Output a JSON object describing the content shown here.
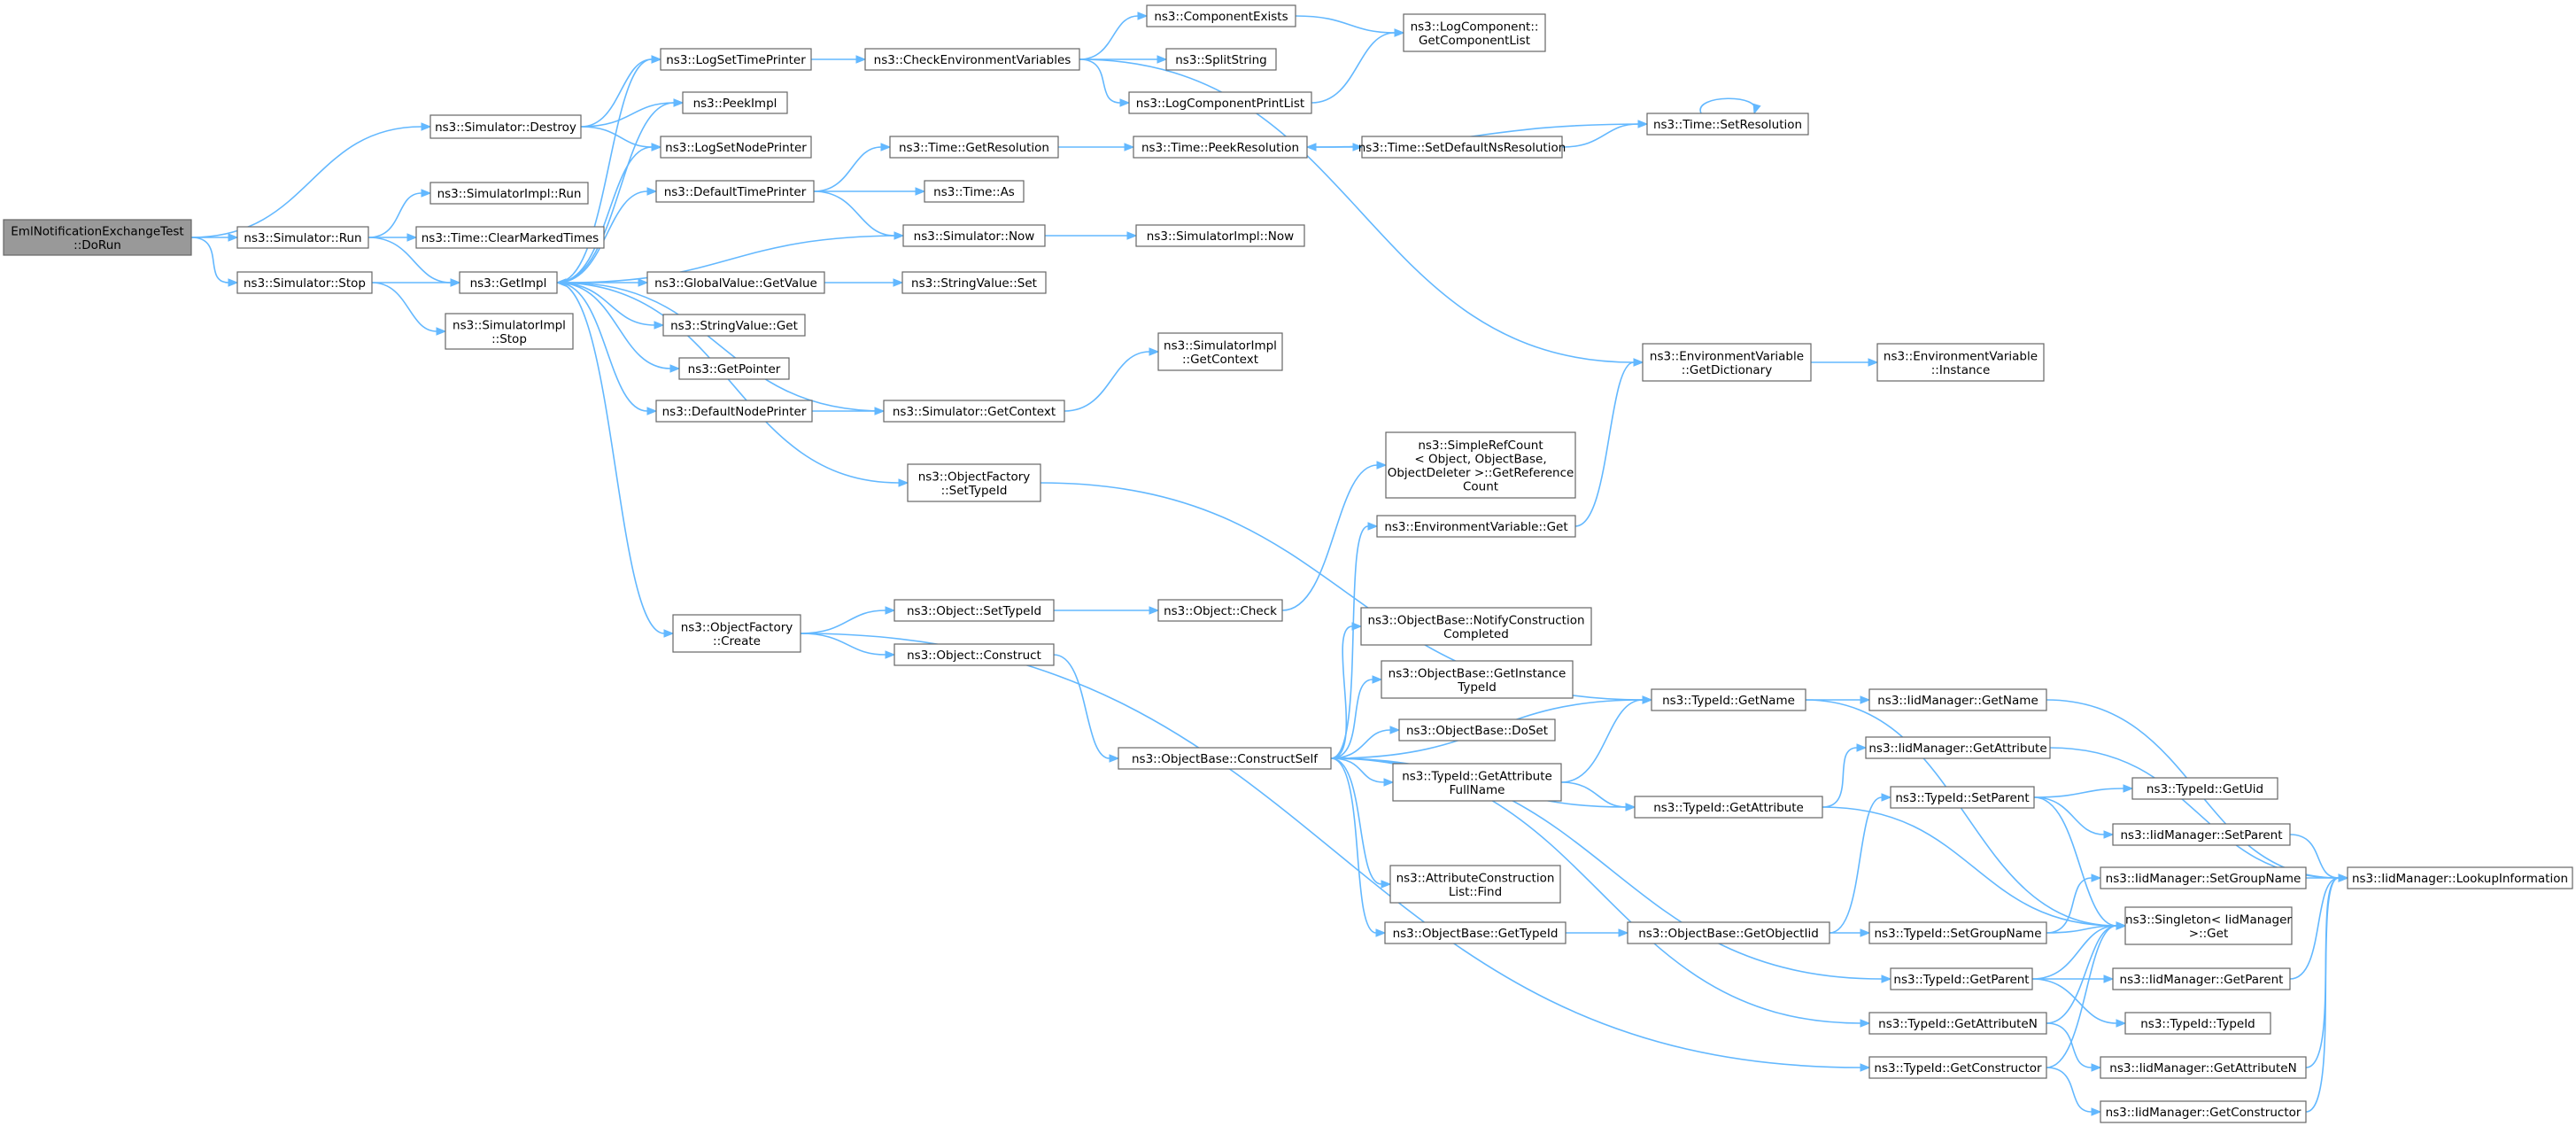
{
  "diagram": {
    "type": "call-graph",
    "root": "EmlNotificationExchangeTest::DoRun",
    "nodes": {
      "DoRun": [
        "EmlNotificationExchangeTest",
        "::DoRun"
      ],
      "SimDestroy": [
        "ns3::Simulator::Destroy"
      ],
      "SimRun": [
        "ns3::Simulator::Run"
      ],
      "SimStop": [
        "ns3::Simulator::Stop"
      ],
      "LogSetTimePrinter": [
        "ns3::LogSetTimePrinter"
      ],
      "PeekImpl": [
        "ns3::PeekImpl"
      ],
      "LogSetNodePrinter": [
        "ns3::LogSetNodePrinter"
      ],
      "SimImplRun": [
        "ns3::SimulatorImpl::Run"
      ],
      "ClearMarkedTimes": [
        "ns3::Time::ClearMarkedTimes"
      ],
      "DefaultTimePrinter": [
        "ns3::DefaultTimePrinter"
      ],
      "GetImpl": [
        "ns3::GetImpl"
      ],
      "SimImplStop": [
        "ns3::SimulatorImpl",
        "::Stop"
      ],
      "GlobalValueGetValue": [
        "ns3::GlobalValue::GetValue"
      ],
      "StringValueGet": [
        "ns3::StringValue::Get"
      ],
      "GetPointer": [
        "ns3::GetPointer"
      ],
      "DefaultNodePrinter": [
        "ns3::DefaultNodePrinter"
      ],
      "ObjectFactoryCreate": [
        "ns3::ObjectFactory",
        "::Create"
      ],
      "CheckEnvVars": [
        "ns3::CheckEnvironmentVariables"
      ],
      "TimeGetResolution": [
        "ns3::Time::GetResolution"
      ],
      "TimeAs": [
        "ns3::Time::As"
      ],
      "SimNow": [
        "ns3::Simulator::Now"
      ],
      "StringValueSet": [
        "ns3::StringValue::Set"
      ],
      "SimGetContext": [
        "ns3::Simulator::GetContext"
      ],
      "ObjectFactorySetTypeId": [
        "ns3::ObjectFactory",
        "::SetTypeId"
      ],
      "ObjectSetTypeId": [
        "ns3::Object::SetTypeId"
      ],
      "ObjectConstruct": [
        "ns3::Object::Construct"
      ],
      "ComponentExists": [
        "ns3::ComponentExists"
      ],
      "SplitString": [
        "ns3::SplitString"
      ],
      "LogComponentPrintList": [
        "ns3::LogComponentPrintList"
      ],
      "TimePeekResolution": [
        "ns3::Time::PeekResolution"
      ],
      "SimImplNow": [
        "ns3::SimulatorImpl::Now"
      ],
      "SimImplGetContext": [
        "ns3::SimulatorImpl",
        "::GetContext"
      ],
      "ObjectCheck": [
        "ns3::Object::Check"
      ],
      "ConstructSelf": [
        "ns3::ObjectBase::ConstructSelf"
      ],
      "LogComponentGetList": [
        "ns3::LogComponent::",
        "GetComponentList"
      ],
      "TimeSetResolution": [
        "ns3::Time::SetResolution"
      ],
      "TimeSetDefaultNsRes": [
        "ns3::Time::SetDefaultNsResolution"
      ],
      "SimpleRefCount": [
        "ns3::SimpleRefCount",
        "< Object, ObjectBase,",
        "ObjectDeleter >::GetReference",
        "Count"
      ],
      "EnvVarGet": [
        "ns3::EnvironmentVariable::Get"
      ],
      "NotifyConstructionCompleted": [
        "ns3::ObjectBase::NotifyConstruction",
        "Completed"
      ],
      "GetInstanceTypeId": [
        "ns3::ObjectBase::GetInstance",
        "TypeId"
      ],
      "DoSet": [
        "ns3::ObjectBase::DoSet"
      ],
      "TypeIdGetAttributeFullName": [
        "ns3::TypeId::GetAttribute",
        "FullName"
      ],
      "AttrConstructionListFind": [
        "ns3::AttributeConstruction",
        "List::Find"
      ],
      "ObjectBaseGetTypeId": [
        "ns3::ObjectBase::GetTypeId"
      ],
      "EnvVarGetDictionary": [
        "ns3::EnvironmentVariable",
        "::GetDictionary"
      ],
      "EnvVarInstance": [
        "ns3::EnvironmentVariable",
        "::Instance"
      ],
      "TypeIdGetName": [
        "ns3::TypeId::GetName"
      ],
      "TypeIdGetAttribute": [
        "ns3::TypeId::GetAttribute"
      ],
      "ObjectBaseGetObjectIid": [
        "ns3::ObjectBase::GetObjectIid"
      ],
      "TypeIdGetParent": [
        "ns3::TypeId::GetParent"
      ],
      "TypeIdGetAttributeN": [
        "ns3::TypeId::GetAttributeN"
      ],
      "TypeIdGetConstructor": [
        "ns3::TypeId::GetConstructor"
      ],
      "IidMgrGetName": [
        "ns3::IidManager::GetName"
      ],
      "IidMgrGetAttribute": [
        "ns3::IidManager::GetAttribute"
      ],
      "TypeIdSetParent": [
        "ns3::TypeId::SetParent"
      ],
      "TypeIdSetGroupName": [
        "ns3::TypeId::SetGroupName"
      ],
      "SingletonGet": [
        "ns3::Singleton< IidManager",
        ">::Get"
      ],
      "TypeIdGetUid": [
        "ns3::TypeId::GetUid"
      ],
      "IidMgrSetParent": [
        "ns3::IidManager::SetParent"
      ],
      "IidMgrSetGroupName": [
        "ns3::IidManager::SetGroupName"
      ],
      "IidMgrGetParent": [
        "ns3::IidManager::GetParent"
      ],
      "TypeIdTypeId": [
        "ns3::TypeId::TypeId"
      ],
      "IidMgrGetAttributeN": [
        "ns3::IidManager::GetAttributeN"
      ],
      "IidMgrGetConstructor": [
        "ns3::IidManager::GetConstructor"
      ],
      "IidMgrLookupInformation": [
        "ns3::IidManager::LookupInformation"
      ]
    },
    "edges": [
      [
        "DoRun",
        "SimDestroy"
      ],
      [
        "DoRun",
        "SimRun"
      ],
      [
        "DoRun",
        "SimStop"
      ],
      [
        "SimDestroy",
        "LogSetTimePrinter"
      ],
      [
        "SimDestroy",
        "PeekImpl"
      ],
      [
        "SimDestroy",
        "LogSetNodePrinter"
      ],
      [
        "SimRun",
        "SimImplRun"
      ],
      [
        "SimRun",
        "ClearMarkedTimes"
      ],
      [
        "SimRun",
        "GetImpl"
      ],
      [
        "SimStop",
        "GetImpl"
      ],
      [
        "SimStop",
        "SimImplStop"
      ],
      [
        "GetImpl",
        "LogSetTimePrinter"
      ],
      [
        "GetImpl",
        "PeekImpl"
      ],
      [
        "GetImpl",
        "LogSetNodePrinter"
      ],
      [
        "GetImpl",
        "DefaultTimePrinter"
      ],
      [
        "GetImpl",
        "GlobalValueGetValue"
      ],
      [
        "GetImpl",
        "StringValueGet"
      ],
      [
        "GetImpl",
        "GetPointer"
      ],
      [
        "GetImpl",
        "DefaultNodePrinter"
      ],
      [
        "GetImpl",
        "ObjectFactoryCreate"
      ],
      [
        "GetImpl",
        "ObjectFactorySetTypeId"
      ],
      [
        "LogSetTimePrinter",
        "CheckEnvVars"
      ],
      [
        "DefaultTimePrinter",
        "TimeGetResolution"
      ],
      [
        "DefaultTimePrinter",
        "TimeAs"
      ],
      [
        "DefaultTimePrinter",
        "SimNow"
      ],
      [
        "SimNow",
        "GetImpl"
      ],
      [
        "SimNow",
        "SimImplNow"
      ],
      [
        "GlobalValueGetValue",
        "StringValueSet"
      ],
      [
        "DefaultNodePrinter",
        "SimGetContext"
      ],
      [
        "SimGetContext",
        "GetImpl"
      ],
      [
        "SimGetContext",
        "SimImplGetContext"
      ],
      [
        "ObjectFactoryCreate",
        "ObjectSetTypeId"
      ],
      [
        "ObjectFactoryCreate",
        "ObjectConstruct"
      ],
      [
        "ObjectFactoryCreate",
        "TypeIdGetConstructor"
      ],
      [
        "ObjectFactorySetTypeId",
        "TypeIdGetName"
      ],
      [
        "CheckEnvVars",
        "ComponentExists"
      ],
      [
        "CheckEnvVars",
        "SplitString"
      ],
      [
        "CheckEnvVars",
        "LogComponentPrintList"
      ],
      [
        "CheckEnvVars",
        "EnvVarGetDictionary"
      ],
      [
        "ComponentExists",
        "LogComponentGetList"
      ],
      [
        "LogComponentPrintList",
        "LogComponentGetList"
      ],
      [
        "TimeGetResolution",
        "TimePeekResolution"
      ],
      [
        "TimePeekResolution",
        "TimeSetDefaultNsRes"
      ],
      [
        "TimeSetDefaultNsRes",
        "TimeSetResolution"
      ],
      [
        "TimeSetResolution",
        "TimePeekResolution"
      ],
      [
        "TimeSetResolution",
        "TimeSetResolution"
      ],
      [
        "ObjectSetTypeId",
        "ObjectCheck"
      ],
      [
        "ObjectCheck",
        "SimpleRefCount"
      ],
      [
        "ObjectConstruct",
        "ConstructSelf"
      ],
      [
        "ConstructSelf",
        "EnvVarGet"
      ],
      [
        "ConstructSelf",
        "TypeIdGetName"
      ],
      [
        "ConstructSelf",
        "NotifyConstructionCompleted"
      ],
      [
        "ConstructSelf",
        "GetInstanceTypeId"
      ],
      [
        "ConstructSelf",
        "DoSet"
      ],
      [
        "ConstructSelf",
        "TypeIdGetAttributeFullName"
      ],
      [
        "ConstructSelf",
        "TypeIdGetAttribute"
      ],
      [
        "ConstructSelf",
        "AttrConstructionListFind"
      ],
      [
        "ConstructSelf",
        "ObjectBaseGetTypeId"
      ],
      [
        "ConstructSelf",
        "TypeIdGetParent"
      ],
      [
        "ConstructSelf",
        "TypeIdGetAttributeN"
      ],
      [
        "EnvVarGet",
        "EnvVarGetDictionary"
      ],
      [
        "EnvVarGetDictionary",
        "EnvVarInstance"
      ],
      [
        "TypeIdGetAttributeFullName",
        "TypeIdGetName"
      ],
      [
        "TypeIdGetAttributeFullName",
        "TypeIdGetAttribute"
      ],
      [
        "ObjectBaseGetTypeId",
        "ObjectBaseGetObjectIid"
      ],
      [
        "ObjectBaseGetObjectIid",
        "TypeIdSetParent"
      ],
      [
        "ObjectBaseGetObjectIid",
        "TypeIdSetGroupName"
      ],
      [
        "TypeIdGetName",
        "IidMgrGetName"
      ],
      [
        "TypeIdGetName",
        "SingletonGet"
      ],
      [
        "TypeIdGetAttribute",
        "IidMgrGetAttribute"
      ],
      [
        "TypeIdGetAttribute",
        "SingletonGet"
      ],
      [
        "TypeIdSetParent",
        "TypeIdGetUid"
      ],
      [
        "TypeIdSetParent",
        "IidMgrSetParent"
      ],
      [
        "TypeIdSetParent",
        "SingletonGet"
      ],
      [
        "TypeIdSetGroupName",
        "IidMgrSetGroupName"
      ],
      [
        "TypeIdSetGroupName",
        "SingletonGet"
      ],
      [
        "TypeIdGetParent",
        "SingletonGet"
      ],
      [
        "TypeIdGetParent",
        "IidMgrGetParent"
      ],
      [
        "TypeIdGetParent",
        "TypeIdTypeId"
      ],
      [
        "TypeIdGetAttributeN",
        "SingletonGet"
      ],
      [
        "TypeIdGetAttributeN",
        "IidMgrGetAttributeN"
      ],
      [
        "TypeIdGetConstructor",
        "SingletonGet"
      ],
      [
        "TypeIdGetConstructor",
        "IidMgrGetConstructor"
      ],
      [
        "IidMgrGetName",
        "IidMgrLookupInformation"
      ],
      [
        "IidMgrGetAttribute",
        "IidMgrLookupInformation"
      ],
      [
        "IidMgrSetParent",
        "IidMgrLookupInformation"
      ],
      [
        "IidMgrSetGroupName",
        "IidMgrLookupInformation"
      ],
      [
        "IidMgrGetParent",
        "IidMgrLookupInformation"
      ],
      [
        "IidMgrGetAttributeN",
        "IidMgrLookupInformation"
      ],
      [
        "IidMgrGetConstructor",
        "IidMgrLookupInformation"
      ]
    ],
    "colors": {
      "edge": "#63b8ff",
      "node_border": "#666666",
      "root_fill": "#999999",
      "node_fill": "#ffffff"
    }
  }
}
